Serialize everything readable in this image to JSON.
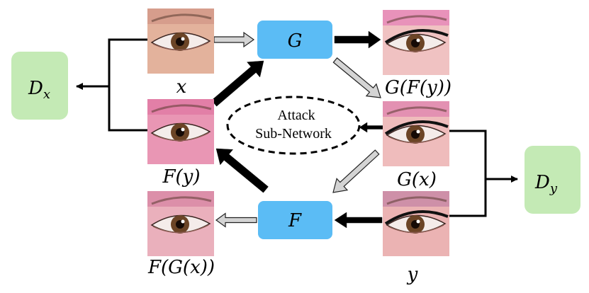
{
  "nodes": {
    "g": {
      "label": "G",
      "color": "#5bbcf5"
    },
    "f": {
      "label": "F",
      "color": "#5bbcf5"
    },
    "dx": {
      "label": "D",
      "sub": "x",
      "color": "#c4eab5"
    },
    "dy": {
      "label": "D",
      "sub": "y",
      "color": "#c4eab5"
    },
    "attack": {
      "line1": "Attack",
      "line2": "Sub-Network"
    }
  },
  "images": {
    "x": {
      "label": "x",
      "skin": "#e3b29c",
      "lid": "#d3998a",
      "liner": false
    },
    "g_of_f_y": {
      "label": "G(F(y))",
      "skin": "#f0c2c2",
      "lid": "#e68ab8",
      "liner": true
    },
    "f_of_y": {
      "label": "F(y)",
      "skin": "#e996b4",
      "lid": "#e07ba4",
      "liner": false
    },
    "g_of_x": {
      "label": "G(x)",
      "skin": "#efbcbc",
      "lid": "#e08ab0",
      "liner": true
    },
    "f_of_g_x": {
      "label": "F(G(x))",
      "skin": "#eab0bc",
      "lid": "#d98aa6",
      "liner": false
    },
    "y": {
      "label": "y",
      "skin": "#ebb3b3",
      "lid": "#c98aa6",
      "liner": true
    }
  },
  "colors": {
    "arrow_black": "#000000",
    "arrow_gray": "#d4d4d4",
    "iris": "#6b4426"
  }
}
